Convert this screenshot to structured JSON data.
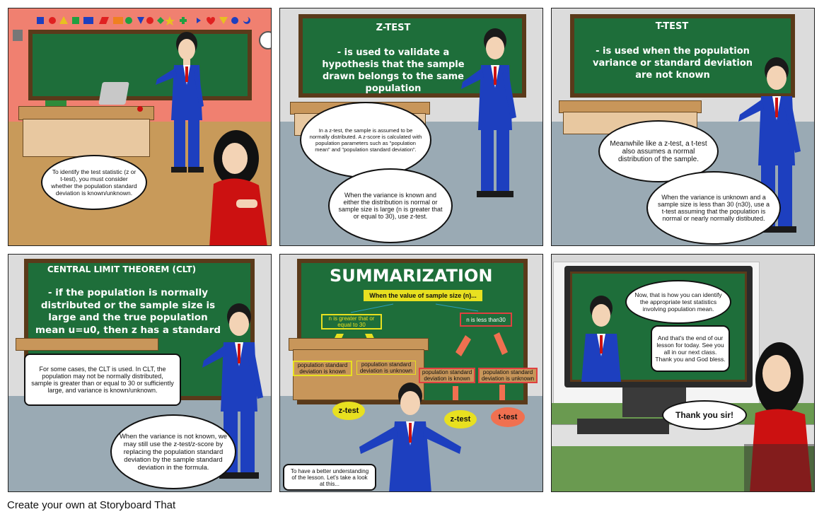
{
  "panel1": {
    "bubble": "To identify the test statistic (z or t-test), you must consider whether the population standard deviation is known/unknown."
  },
  "panel2": {
    "board_title": "Z-TEST",
    "board_body": "- is used to validate a hypothesis that the sample drawn belongs to the same population",
    "bubble1": "In a z-test, the sample is assumed to be normally distributed. A z-score is calculated with population parameters such as \"population mean\" and \"population standard deviation\".",
    "bubble2": "When the variance is known and either the distribution is normal or sample size is large (n is greater that or equal to 30), use z-test."
  },
  "panel3": {
    "board_title": "T-TEST",
    "board_body": "- is used when the population variance or standard deviation are not known",
    "bubble1": "Meanwhile like a z-test, a t-test also assumes a normal distribution of the sample.",
    "bubble2": "When the variance is unknown and a sample size is less than 30 (n30), use a t-test assuming that the population is normal or nearly normally distibuted."
  },
  "panel4": {
    "board_title": "CENTRAL LIMIT THEOREM (CLT)",
    "board_body": "- if the population is normally distributed or the sample size is large and the true population mean u=u0, then z has a standard normal",
    "bubble1": "For some cases, the CLT is used. In CLT, the population may not be normally distributed, sample is greater than or equal to 30 or sufficiently large, and variance is known/unknown.",
    "bubble2": "When the variance is not known, we may still use the z-test/z-score by replacing the population standard deviation by the sample standard deviation in the formula."
  },
  "panel5": {
    "board_title": "SUMMARIZATION",
    "root": "When the value of sample size (n)...",
    "left_branch": "n is greater that or equal to 30",
    "right_branch": "n is less than30",
    "left_known": "population standard deviation is known",
    "left_unknown": "population standard deviation is unknown",
    "right_known": "population standard deviation is known",
    "right_unknown": "population standard deviation is unknown",
    "ztest_left": "z-test",
    "ztest_right": "z-test",
    "ttest": "t-test",
    "caption": "To have a better understanding of the lesson. Let's take a look at this..."
  },
  "panel6": {
    "bubble1": "Now, that is how you can identify the appropriate test statistics involving population mean.",
    "bubble2": "And that's the end of our lesson for today. See you all in our next class. Thank you and God bless.",
    "bubble3": "Thank you sir!"
  },
  "footer": "Create your own at Storyboard That",
  "colors": {
    "board_green": "#1e6e3a",
    "wall_pink": "#f08070",
    "wall_gray": "#dcdcdc",
    "floor_blue": "#9aaab4",
    "suit_blue": "#1d3fbf",
    "shirt_red": "#cc1111",
    "yellow": "#e8e020",
    "orange": "#f07050"
  }
}
